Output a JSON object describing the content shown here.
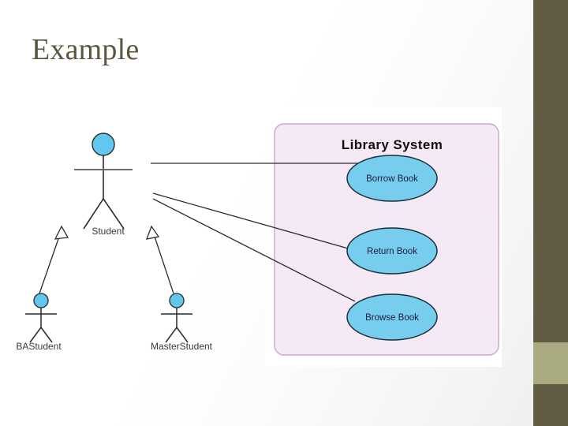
{
  "slide": {
    "title": "Example",
    "title_color": "#5b5640",
    "background_start": "#ffffff",
    "background_end": "#eceded"
  },
  "decor": {
    "rail_dark_color": "#635c45",
    "rail_sage_color": "#aaaa80"
  },
  "diagram": {
    "type": "uml-use-case",
    "system": {
      "label": "Library System",
      "fill": "#f6e9f6",
      "stroke": "#c9a8c9",
      "panel_fill": "#ffffff"
    },
    "use_cases": [
      {
        "label": "Borrow Book",
        "fill": "#77cdee",
        "stroke": "#1d2b3a"
      },
      {
        "label": "Return Book",
        "fill": "#77cdee",
        "stroke": "#1d2b3a"
      },
      {
        "label": "Browse Book",
        "fill": "#77cdee",
        "stroke": "#1d2b3a"
      }
    ],
    "actors": [
      {
        "label": "Student",
        "head_fill": "#62c6ef",
        "stroke": "#2b2b2b"
      },
      {
        "label": "BAStudent",
        "head_fill": "#62c6ef",
        "stroke": "#2b2b2b"
      },
      {
        "label": "MasterStudent",
        "head_fill": "#62c6ef",
        "stroke": "#2b2b2b"
      }
    ],
    "associations": [
      {
        "from": "Student",
        "to": "Borrow Book"
      },
      {
        "from": "Student",
        "to": "Return Book"
      },
      {
        "from": "Student",
        "to": "Browse Book"
      }
    ],
    "generalizations": [
      {
        "from": "BAStudent",
        "to": "Student"
      },
      {
        "from": "MasterStudent",
        "to": "Student"
      }
    ],
    "line_color": "#2b2b35"
  }
}
